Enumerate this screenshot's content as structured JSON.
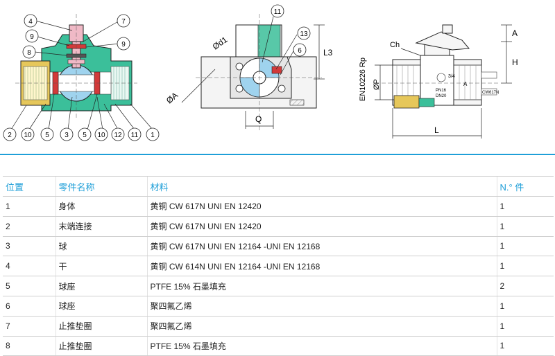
{
  "drawing": {
    "callouts_top_left": [
      "4",
      "7",
      "9",
      "8",
      "9"
    ],
    "callouts_bottom_left": [
      "2",
      "10",
      "5",
      "3",
      "5",
      "10",
      "12",
      "11",
      "1"
    ],
    "callouts_mid": [
      "11",
      "13",
      "6"
    ],
    "dim_labels": {
      "l3": "L3",
      "d1": "Ød1",
      "a_dia": "ØA",
      "q": "Q",
      "ch": "Ch",
      "a": "A",
      "h": "H",
      "p": "ØP",
      "thread": "EN10226 Rp",
      "l": "L"
    },
    "body_marks": {
      "size": "3/4",
      "pn": "PN16",
      "dn": "DN20",
      "a_mark": "A",
      "cw": "CW617N"
    }
  },
  "table": {
    "headers": [
      "位置",
      "零件名称",
      "材料",
      "N.° 件"
    ],
    "rows": [
      [
        "1",
        "身体",
        "黄铜 CW 617N UNI EN 12420",
        "1"
      ],
      [
        "2",
        "末端连接",
        "黄铜 CW 617N UNI EN 12420",
        "1"
      ],
      [
        "3",
        "球",
        "黄铜 CW 617N UNI EN 12164 -UNI EN 12168",
        "1"
      ],
      [
        "4",
        "干",
        "黄铜 CW 614N UNI EN 12164 -UNI EN 12168",
        "1"
      ],
      [
        "5",
        "球座",
        "PTFE 15% 石墨填充",
        "2"
      ],
      [
        "6",
        "球座",
        "聚四氟乙烯",
        "1"
      ],
      [
        "7",
        "止推垫圈",
        "聚四氟乙烯",
        "1"
      ],
      [
        "8",
        "止推垫圈",
        "PTFE 15% 石墨填充",
        "1"
      ]
    ]
  },
  "colors": {
    "accent": "#1f9fd8",
    "body_green": "#3bbf9a",
    "brass": "#e6c75a",
    "ball": "#9fd3ee",
    "seal_red": "#d23a3a",
    "stem_pink": "#f0b9c6"
  }
}
